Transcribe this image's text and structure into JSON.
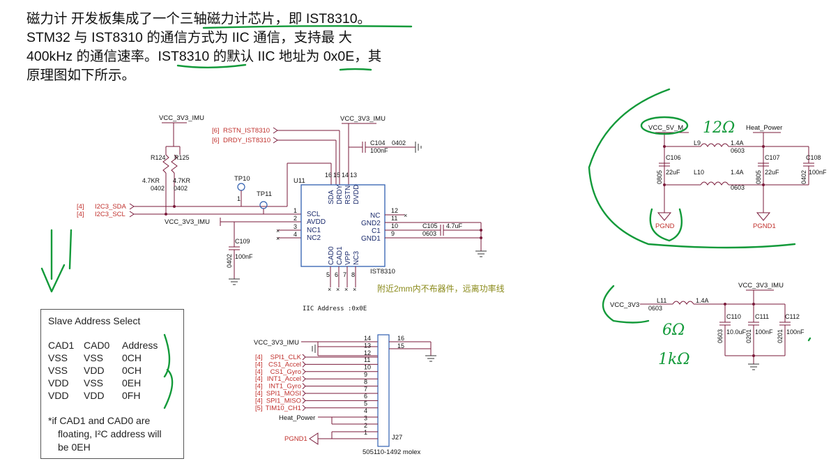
{
  "intro": {
    "line1": "磁力计 开发板集成了一个三轴磁力计芯片，即 IST8310。",
    "line2": "STM32 与 IST8310 的通信方式为 IIC 通信，支持最 大",
    "line3": "400kHz 的通信速率。IST8310 的默认 IIC 地址为 0x0E，其",
    "line4": "原理图如下所示。"
  },
  "chip": {
    "ref": "U11",
    "name": "IST8310",
    "pins_left": [
      "SCL",
      "AVDD",
      "NC1",
      "NC2"
    ],
    "pins_left_nums": [
      "1",
      "2",
      "3",
      "4"
    ],
    "pins_right": [
      "NC",
      "GND2",
      "C1",
      "GND1"
    ],
    "pins_right_nums": [
      "12",
      "11",
      "10",
      "9"
    ],
    "pins_top": [
      "SDA",
      "DRDY",
      "RSTN",
      "DVDD"
    ],
    "pins_top_nums": [
      "16",
      "15",
      "14",
      "13"
    ],
    "pins_bottom": [
      "CAD0",
      "CAD1",
      "VPP",
      "NC3"
    ],
    "pins_bottom_nums": [
      "5",
      "6",
      "7",
      "8"
    ]
  },
  "labels": {
    "vcc_imu_1": "VCC_3V3_IMU",
    "vcc_imu_2": "VCC_3V3_IMU",
    "vcc_imu_3": "VCC_3V3_IMU",
    "r124": "R124",
    "r125": "R125",
    "r124_val": "4.7KR",
    "r124_pkg": "0402",
    "r125_val": "4.7KR",
    "r125_pkg": "0402",
    "tp10": "TP10",
    "tp11": "TP11",
    "tp_pin": "1",
    "i2c_sda_ref": "[4]",
    "i2c_sda": "I2C3_SDA",
    "i2c_scl_ref": "[4]",
    "i2c_scl": "I2C3_SCL",
    "rstn_ref": "[6]",
    "rstn": "RSTN_IST8310",
    "drdy_ref": "[6]",
    "drdy": "DRDY_IST8310",
    "c104": "C104",
    "c104_pkg": "0402",
    "c104_val": "100nF",
    "c105": "C105",
    "c105_val": "4.7uF",
    "c105_pkg": "0603",
    "c109": "C109",
    "c109_pkg": "0402",
    "c109_val": "100nF",
    "iic_addr": "IIC Address :0x0E",
    "note_cn": "附近2mm内不布器件，远离功率线"
  },
  "address_table": {
    "title": "Slave Address Select",
    "headers": [
      "CAD1",
      "CAD0",
      "Address"
    ],
    "rows": [
      [
        "VSS",
        "VSS",
        "0CH"
      ],
      [
        "VSS",
        "VDD",
        "0CH"
      ],
      [
        "VDD",
        "VSS",
        "0EH"
      ],
      [
        "VDD",
        "VDD",
        "0FH"
      ]
    ],
    "note_1": "*if CAD1 and CAD0 are",
    "note_2": "floating, I²C address will",
    "note_3": "be 0EH"
  },
  "connector": {
    "ref": "J27",
    "part": "505110-1492 molex",
    "vcc": "VCC_3V3_IMU",
    "heat": "Heat_Power",
    "pgnd": "PGND1",
    "left_nums": [
      "14",
      "13",
      "12",
      "11",
      "10",
      "9",
      "8",
      "7",
      "6",
      "5",
      "4",
      "3",
      "2",
      "1"
    ],
    "right_nums": [
      "16",
      "15"
    ],
    "signals": [
      {
        "ref": "[4]",
        "name": "SPI1_CLK"
      },
      {
        "ref": "[4]",
        "name": "CS1_Accel"
      },
      {
        "ref": "[4]",
        "name": "CS1_Gyro"
      },
      {
        "ref": "[4]",
        "name": "INT1_Accel"
      },
      {
        "ref": "[4]",
        "name": "INT1_Gyro"
      },
      {
        "ref": "[4]",
        "name": "SPI1_MOSI"
      },
      {
        "ref": "[4]",
        "name": "SPI1_MISO"
      },
      {
        "ref": "[5]",
        "name": "TIM10_CH1"
      }
    ]
  },
  "power_filter": {
    "vcc5": "VCC_5V_M",
    "heat": "Heat_Power",
    "l9": "L9",
    "l9_val": "1.4A",
    "l9_pkg": "0603",
    "l10": "L10",
    "l10_val": "1.4A",
    "l10_pkg": "0603",
    "c106": "C106",
    "c106_pkg": "0805",
    "c106_val": "22uF",
    "c107": "C107",
    "c107_pkg": "0805",
    "c107_val": "22uF",
    "c108": "C108",
    "c108_pkg": "0402",
    "c108_val": "100nF",
    "pgnd": "PGND",
    "pgnd1": "PGND1"
  },
  "imu_filter": {
    "vcc3v3": "VCC_3V3",
    "vcc_imu": "VCC_3V3_IMU",
    "l11": "L11",
    "l11_val": "1.4A",
    "l11_pkg": "0603",
    "c110": "C110",
    "c110_pkg": "0603",
    "c110_val": "10.0uF",
    "c111": "C111",
    "c111_pkg": "0201",
    "c111_val": "100nF",
    "c112": "C112",
    "c112_pkg": "0201",
    "c112_val": "100nF"
  },
  "handwriting": {
    "r1": "12Ω",
    "r2": "6Ω",
    "r3": "1kΩ"
  },
  "colors": {
    "ink": "#139a3a",
    "net_red": "#c0302c",
    "wire": "#7a1a3a",
    "chip_outline": "#2f5fb0"
  }
}
